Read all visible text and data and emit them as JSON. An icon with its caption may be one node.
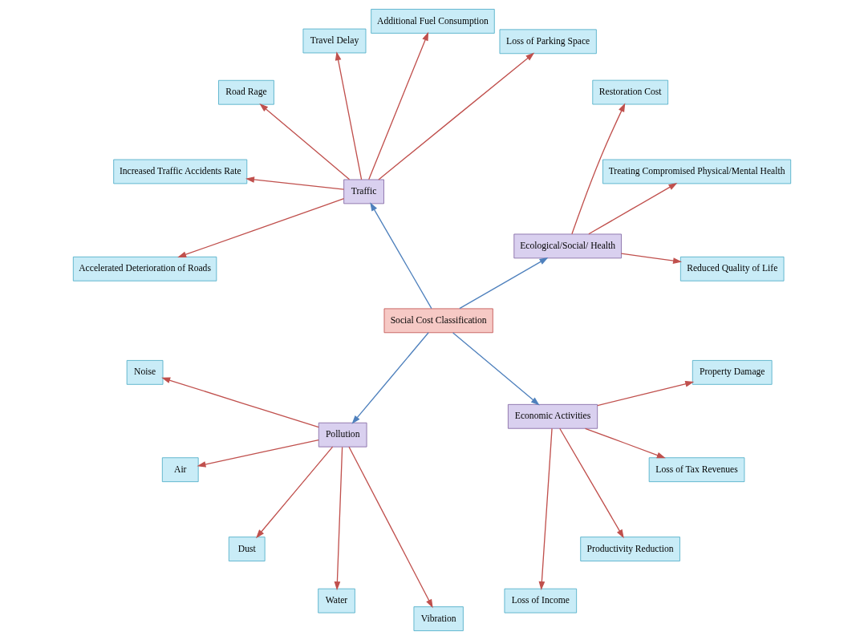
{
  "diagram": {
    "nodes": [
      {
        "text": [
          "Social Cost Classification"
        ]
      },
      {
        "text": [
          "Ecological/Social/ Health"
        ]
      },
      {
        "text": [
          "Traffic"
        ]
      },
      {
        "text": [
          "Pollution"
        ]
      },
      {
        "text": [
          "Economic Activities"
        ]
      },
      {
        "text": [
          "Reduced Quality of Life"
        ]
      },
      {
        "text": [
          "Treating Compromised Physical/Mental Health"
        ]
      },
      {
        "text": [
          "Restoration Cost"
        ]
      },
      {
        "text": [
          "Loss of Parking Space"
        ]
      },
      {
        "text": [
          "Additional Fuel Consumption"
        ]
      },
      {
        "text": [
          "Travel Delay"
        ]
      },
      {
        "text": [
          "Road Rage"
        ]
      },
      {
        "text": [
          "Increased Traffic Accidents Rate"
        ]
      },
      {
        "text": [
          "Accelerated Deterioration of Roads"
        ]
      },
      {
        "text": [
          "Noise"
        ]
      },
      {
        "text": [
          "Air"
        ]
      },
      {
        "text": [
          "Dust"
        ]
      },
      {
        "text": [
          "Water"
        ]
      },
      {
        "text": [
          "Vibration"
        ]
      },
      {
        "text": [
          "Loss of Income"
        ]
      },
      {
        "text": [
          "Productivity Reduction"
        ]
      },
      {
        "text": [
          "Loss of Tax Revenues"
        ]
      },
      {
        "text": [
          "Property Damage"
        ]
      }
    ],
    "edges": [
      {
        "from": 0,
        "to": 1,
        "arrow": "to",
        "color": "#4f81bd"
      },
      {
        "from": 0,
        "to": 2,
        "arrow": "to",
        "color": "#4f81bd"
      },
      {
        "from": 0,
        "to": 3,
        "arrow": "to",
        "color": "#4f81bd"
      },
      {
        "from": 0,
        "to": 4,
        "arrow": "to",
        "color": "#4f81bd"
      },
      {
        "from": 1,
        "to": 5,
        "arrow": "to"
      },
      {
        "from": 1,
        "to": 6,
        "arrow": "to"
      },
      {
        "from": 1,
        "to": 7,
        "arrow": "to"
      },
      {
        "from": 2,
        "to": 8,
        "arrow": "to"
      },
      {
        "from": 2,
        "to": 9,
        "arrow": "to"
      },
      {
        "from": 2,
        "to": 10,
        "arrow": "to"
      },
      {
        "from": 2,
        "to": 11,
        "arrow": "to"
      },
      {
        "from": 2,
        "to": 12,
        "arrow": "to"
      },
      {
        "from": 2,
        "to": 13,
        "arrow": "to"
      },
      {
        "from": 3,
        "to": 14,
        "arrow": "to"
      },
      {
        "from": 3,
        "to": 15,
        "arrow": "to"
      },
      {
        "from": 3,
        "to": 16,
        "arrow": "to"
      },
      {
        "from": 3,
        "to": 17,
        "arrow": "to"
      },
      {
        "from": 3,
        "to": 18,
        "arrow": "to"
      },
      {
        "from": 4,
        "to": 19,
        "arrow": "to"
      },
      {
        "from": 4,
        "to": 20,
        "arrow": "to"
      },
      {
        "from": 4,
        "to": 21,
        "arrow": "to"
      },
      {
        "from": 4,
        "to": 22,
        "arrow": "to"
      }
    ]
  }
}
